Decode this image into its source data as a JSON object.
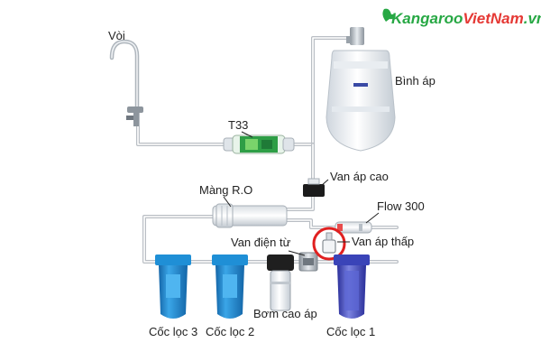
{
  "brand": {
    "name_part1": "Kangaroo",
    "name_part2": "VietNam",
    "name_part3": ".vn",
    "color_primary": "#27a844",
    "color_accent": "#e53935"
  },
  "components": {
    "tap": "Vòi",
    "tank": "Bình áp",
    "post_filter": "T33",
    "high_pressure_valve": "Van áp cao",
    "ro_membrane": "Màng R.O",
    "flow_restrictor": "Flow 300",
    "solenoid_valve": "Van điện từ",
    "low_pressure_valve": "Van áp thấp",
    "booster_pump": "Bơm cao áp",
    "filter_1": "Cốc lọc 1",
    "filter_2": "Cốc lọc 2",
    "filter_3": "Cốc lọc 3"
  },
  "highlight_color": "#e02020",
  "filter_colors": {
    "blue_housing": "#1f8fd6",
    "clear_housing": "#4f58c8"
  }
}
